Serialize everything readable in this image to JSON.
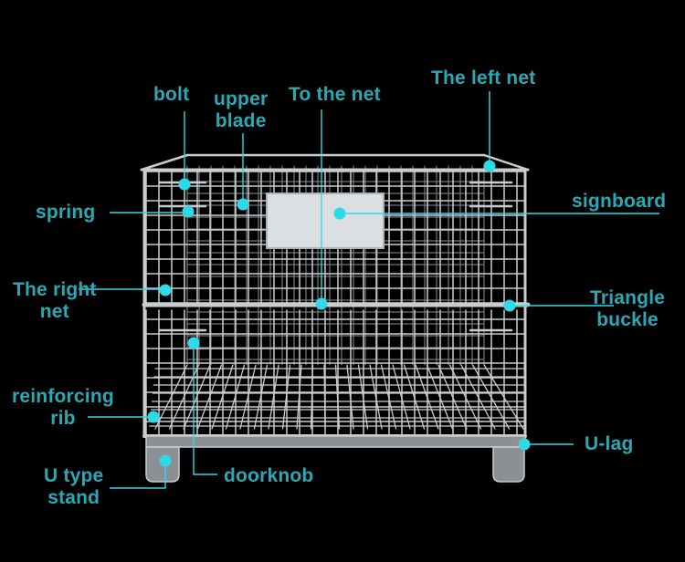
{
  "colors": {
    "background": "#000000",
    "label_text": "#2aa9b4",
    "callout": "#2fd9e6",
    "cage_wire": "#c9cdd0",
    "cage_shadow": "#8b9095",
    "signboard": "#dcdfe1"
  },
  "labels": {
    "bolt": [
      "bolt"
    ],
    "upper_blade": [
      "upper",
      "blade"
    ],
    "to_the_net": [
      "To the net"
    ],
    "the_left_net": [
      "The left net"
    ],
    "spring": [
      "spring"
    ],
    "signboard": [
      "signboard"
    ],
    "the_right_net": [
      "The right",
      "net"
    ],
    "triangle_buckle": [
      "Triangle",
      "buckle"
    ],
    "reinforcing_rib": [
      "reinforcing",
      "rib"
    ],
    "u_lag": [
      "U-lag"
    ],
    "u_type_stand": [
      "U type",
      "stand"
    ],
    "doorknob": [
      "doorknob"
    ]
  }
}
